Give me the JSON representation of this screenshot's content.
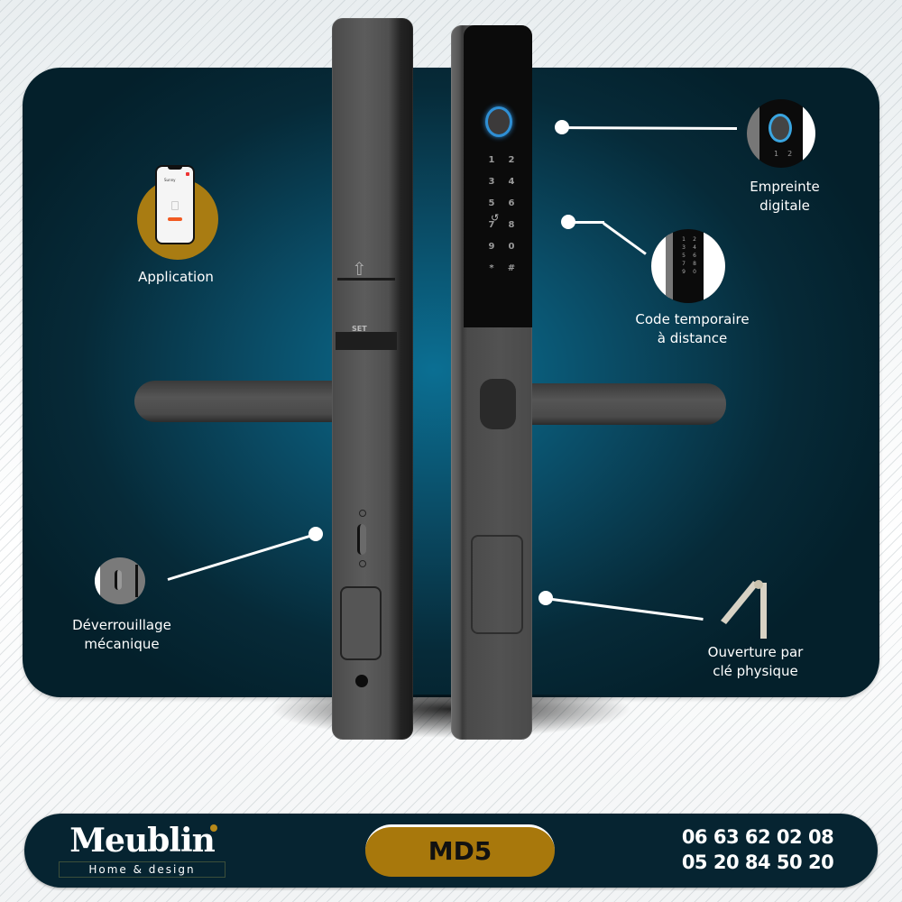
{
  "features": {
    "application": {
      "label": "Application",
      "icon": "smartphone-app-icon"
    },
    "fingerprint": {
      "label_line1": "Empreinte",
      "label_line2": "digitale",
      "icon": "fingerprint-icon"
    },
    "remote_code": {
      "label_line1": "Code temporaire",
      "label_line2": "à distance",
      "icon": "keypad-icon"
    },
    "mechanical": {
      "label_line1": "Déverrouillage",
      "label_line2": "mécanique",
      "icon": "mechanical-knob-icon"
    },
    "physical_key": {
      "label_line1": "Ouverture par",
      "label_line2": "clé physique",
      "icon": "key-icon"
    }
  },
  "product": {
    "keypad_keys": [
      "1",
      "2",
      "3",
      "4",
      "5",
      "6",
      "7",
      "8",
      "9",
      "0",
      "*",
      "#"
    ],
    "back_key": "↺",
    "set_label": "SET",
    "app_screen": {
      "title": "Sunny"
    }
  },
  "footer": {
    "brand_name": "Meublin",
    "brand_tagline": "Home & design",
    "model": "MD5",
    "phone_1": "06 63 62 02 08",
    "phone_2": "05 20 84 50 20"
  },
  "colors": {
    "panel_dark": "#04202b",
    "panel_glow": "#0b6f93",
    "accent_gold": "#a8780c",
    "fingerprint_ring": "#2f8fd4",
    "footer_bg": "#062431"
  }
}
